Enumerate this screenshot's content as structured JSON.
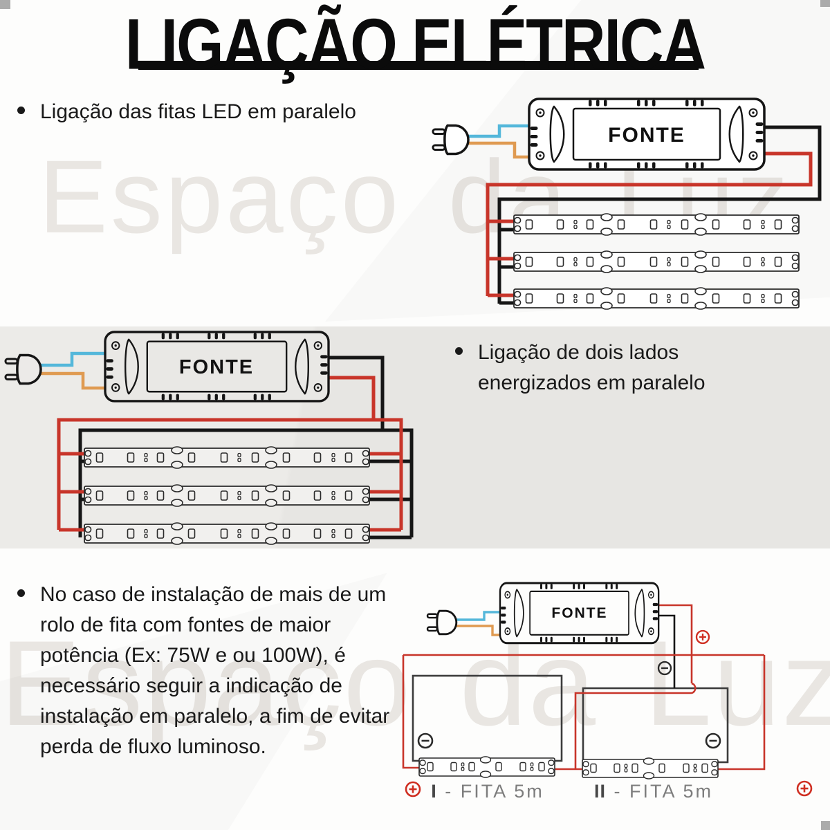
{
  "title": "LIGAÇÃO ELÉTRICA",
  "watermark": "Espaço da Luz",
  "sections": {
    "parallel": {
      "bullet": "Ligação das fitas LED em paralelo",
      "fonte_label": "FONTE"
    },
    "two_sides": {
      "bullet": "Ligação de dois lados\nenergizados em paralelo",
      "fonte_label": "FONTE"
    },
    "multi_source": {
      "bullet": "No caso de instalação de mais de um\nrolo de fita com fontes de maior\npotência (Ex: 75W e ou 100W), é\nnecessário seguir a indicação de\ninstalação em paralelo, a fim de evitar\nperda de fluxo luminoso.",
      "fonte_label": "FONTE"
    }
  },
  "fita_labels": [
    {
      "numeral": "I",
      "label": "- FITA 5m"
    },
    {
      "numeral": "II",
      "label": "- FITA 5m"
    }
  ],
  "icons": {
    "positive": "plus-circle-icon",
    "negative": "minus-circle-icon"
  },
  "colors": {
    "wire_positive": "#c8352a",
    "wire_negative": "#161616",
    "wire_phase_blue": "#54b7da",
    "wire_phase_orange": "#df9a51",
    "band_background": "#e9e8e5",
    "watermark": "#e9e6e2",
    "label_gray": "#7d7d7d",
    "label_numeral": "#474747"
  }
}
